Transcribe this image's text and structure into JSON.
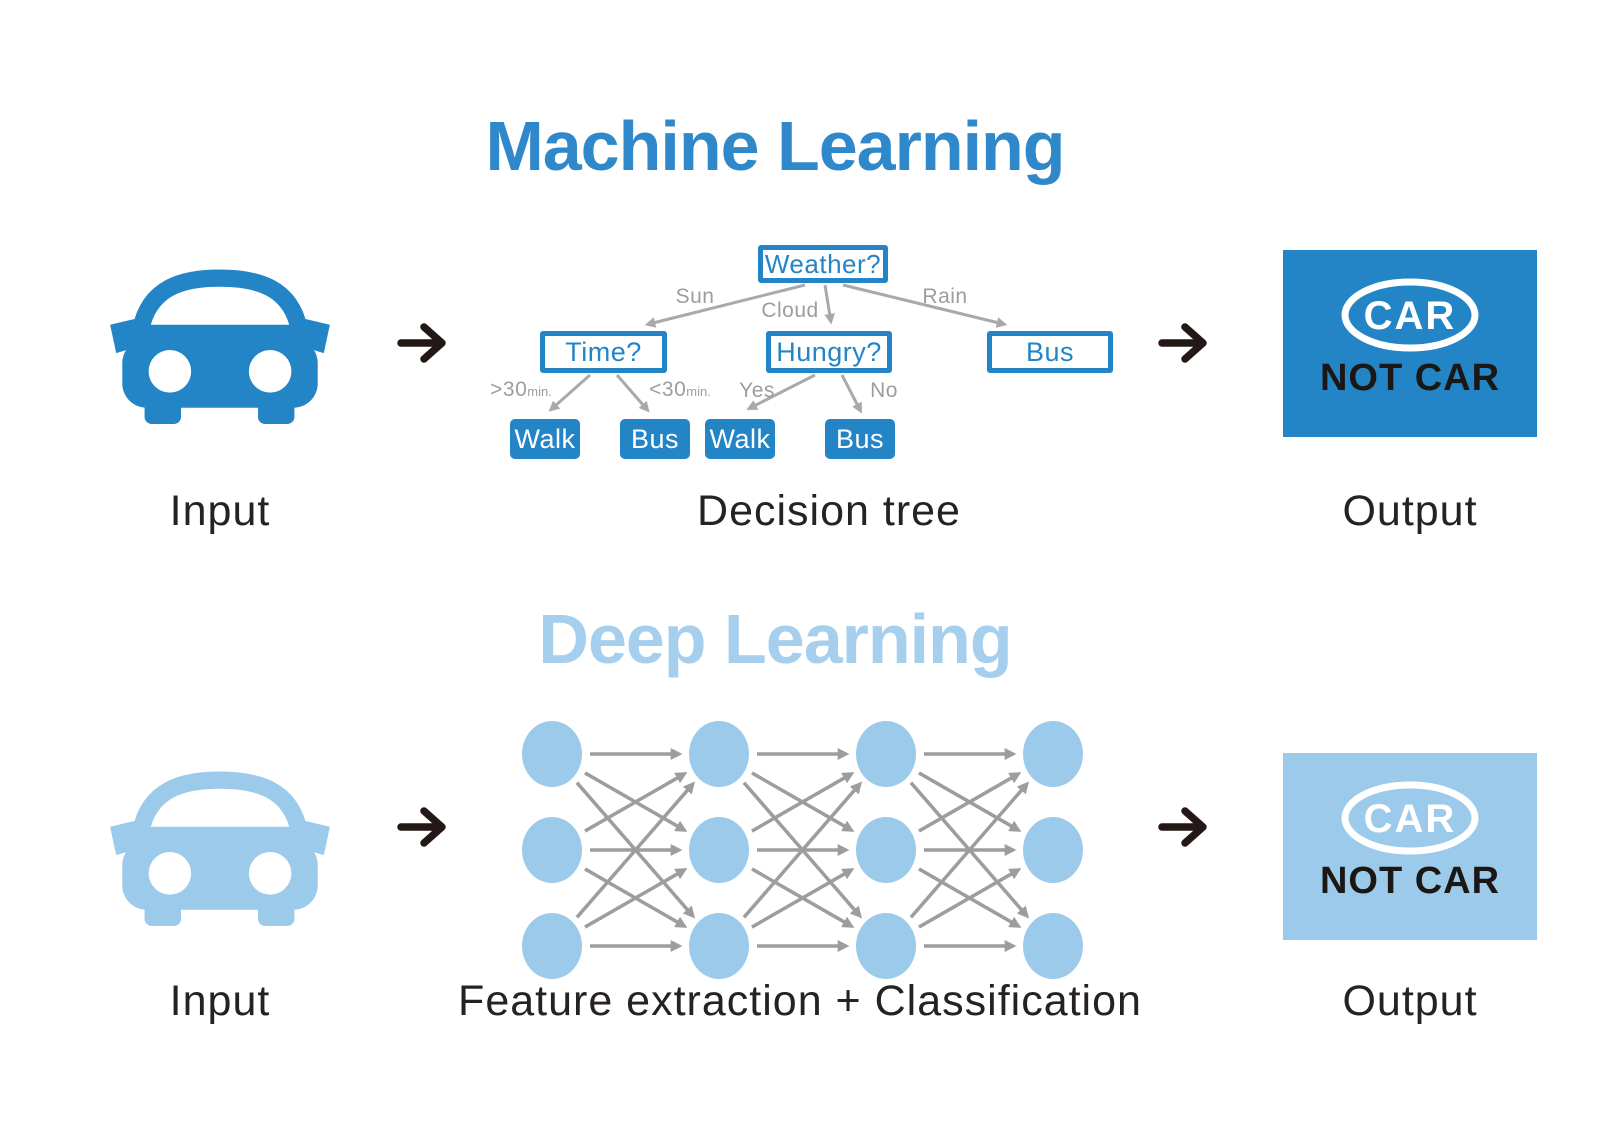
{
  "palette": {
    "blue": "#2385C6",
    "light_blue": "#9CCAEB",
    "title_blue": "#2E88C9",
    "title_light_blue": "#A5CFED",
    "connector_gray": "#9D9D9F",
    "ink": "#231815"
  },
  "machine_learning": {
    "title": "Machine Learning",
    "input_label": "Input",
    "diagram_label": "Decision tree",
    "output_label": "Output",
    "decision_tree": {
      "root": "Weather?",
      "branch_sun": "Sun",
      "branch_cloud": "Cloud",
      "branch_rain": "Rain",
      "node_time": "Time?",
      "node_hungry": "Hungry?",
      "node_bus": "Bus",
      "branch_gt30": {
        "value": ">30",
        "unit": "min."
      },
      "branch_lt30": {
        "value": "<30",
        "unit": "min."
      },
      "branch_yes": "Yes",
      "branch_no": "No",
      "leaf_walk_1": "Walk",
      "leaf_bus_1": "Bus",
      "leaf_walk_2": "Walk",
      "leaf_bus_2": "Bus"
    },
    "output_stamp": {
      "primary": "CAR",
      "secondary": "NOT CAR"
    }
  },
  "deep_learning": {
    "title": "Deep Learning",
    "input_label": "Input",
    "diagram_label": "Feature extraction + Classification",
    "output_label": "Output",
    "network": {
      "layers": 4,
      "nodes_per_layer": 3
    },
    "output_stamp": {
      "primary": "CAR",
      "secondary": "NOT CAR"
    }
  }
}
